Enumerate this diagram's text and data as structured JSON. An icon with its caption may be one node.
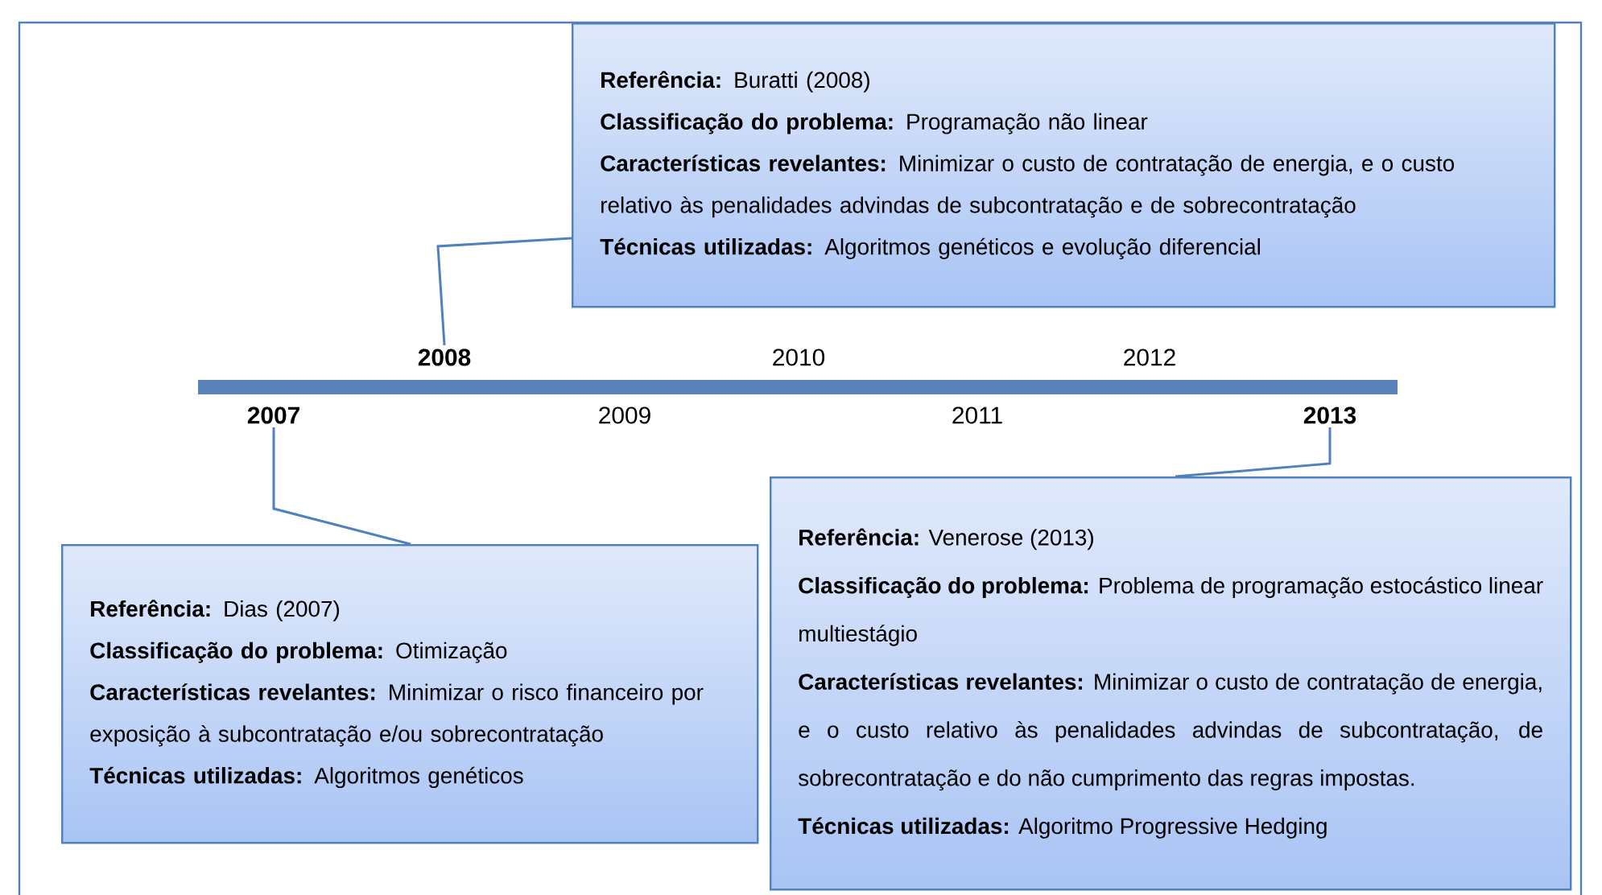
{
  "diagram": {
    "nodes": [
      {
        "text": [
          "**Referência:** Buratti (2008)",
          "**Classificação do problema:** Programação não linear",
          "**Características revelantes:** Minimizar o custo de contratação de energia, e o custo relativo às penalidades advindas de subcontratação e de sobrecontratação",
          "**Técnicas utilizadas:** Algoritmos genéticos e evolução diferencial"
        ]
      },
      {
        "text": [
          "2008"
        ]
      },
      {
        "text": [
          "2007"
        ]
      },
      {
        "text": [
          "2013"
        ]
      },
      {
        "text": [
          "**Referência:** Dias (2007)",
          "**Classificação do problema:** Otimização",
          "**Características revelantes:** Minimizar o risco financeiro por exposição à subcontratação e/ou sobrecontratação",
          "**Técnicas utilizadas:** Algoritmos genéticos"
        ]
      },
      {
        "text": [
          "**Referência:** Venerose (2013)",
          "**Classificação do problema:** Problema de programação estocástico linear multiestágio",
          "**Características revelantes:** Minimizar o custo de contratação de energia, e o custo relativo às penalidades advindas de subcontratação, de sobrecontratação e do não cumprimento das regras impostas.",
          "**Técnicas utilizadas:** Algoritmo Progressive Hedging"
        ]
      }
    ],
    "edges": [
      {
        "from": 0,
        "to": 1,
        "arrow": "none"
      },
      {
        "from": 2,
        "to": 4,
        "arrow": "none"
      },
      {
        "from": 3,
        "to": 5,
        "arrow": "none"
      }
    ],
    "labels": [
      "2010",
      "2012",
      "2009",
      "2011"
    ]
  }
}
